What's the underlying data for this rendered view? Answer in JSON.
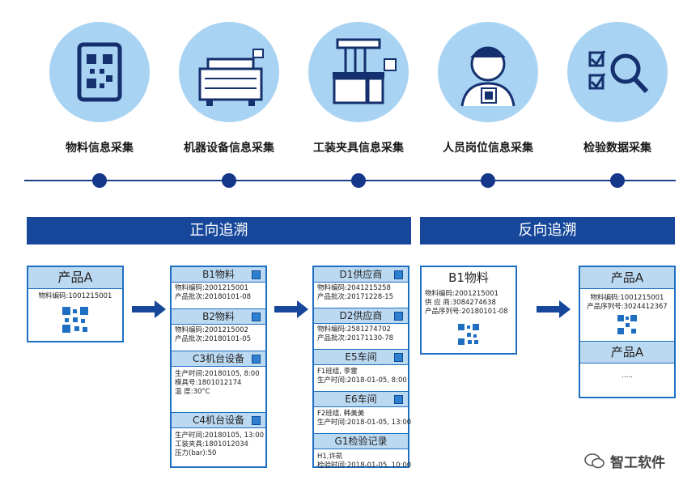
{
  "categories": [
    {
      "label": "物料信息采集",
      "icon": "qr-code-icon"
    },
    {
      "label": "机器设备信息采集",
      "icon": "machine-icon"
    },
    {
      "label": "工装夹具信息采集",
      "icon": "fixture-icon"
    },
    {
      "label": "人员岗位信息采集",
      "icon": "worker-icon"
    },
    {
      "label": "检验数据采集",
      "icon": "inspection-icon"
    }
  ],
  "forward": {
    "title": "正向追溯",
    "product": {
      "title": "产品A",
      "line1": "物料编码:1001215001"
    },
    "col2": [
      {
        "title": "B1物料",
        "lines": [
          "物料编码:2001215001",
          "产品批次:20180101-08"
        ]
      },
      {
        "title": "B2物料",
        "lines": [
          "物料编码:2001215002",
          "产品批次:20180101-05"
        ]
      },
      {
        "title": "C3机台设备",
        "lines": [
          "生产时间:20180105, 8:00",
          "模具号:1801012174",
          "温 度:30°C"
        ]
      },
      {
        "title": "C4机台设备",
        "lines": [
          "生产时间:20180105, 13:00",
          "工装夹具:1801012034",
          "压力(bar):50"
        ]
      }
    ],
    "col3": [
      {
        "title": "D1供应商",
        "lines": [
          "物料编码:2041215258",
          "产品批次:20171228-15"
        ]
      },
      {
        "title": "D2供应商",
        "lines": [
          "物料编码:2581274702",
          "产品批次:20171130-78"
        ]
      },
      {
        "title": "E5车间",
        "lines": [
          "F1班组, 李雷",
          "生产时间:2018-01-05, 8:00"
        ]
      },
      {
        "title": "E6车间",
        "lines": [
          "F2班组, 韩美美",
          "生产时间:2018-01-05, 13:00"
        ]
      },
      {
        "title": "G1检验记录",
        "lines": [
          "H1,许凯",
          "检验时间:2018-01-05, 10:00"
        ]
      }
    ]
  },
  "reverse": {
    "title": "反向追溯",
    "material": {
      "title": "B1物料",
      "lines": [
        "物料编码:2001215001",
        "供 应 商:3084274638",
        "产品序列号:20180101-08"
      ]
    },
    "product1": {
      "title": "产品A",
      "lines": [
        "物料编码:1001215001",
        "产品序列号:3024412367"
      ]
    },
    "product2": {
      "title": "产品A",
      "lines": [
        "....."
      ]
    }
  },
  "watermark": "智工软件",
  "colors": {
    "accent": "#16479a",
    "circle": "#a9d3f2",
    "header": "#bcd9f2",
    "border": "#1e6fc2"
  }
}
